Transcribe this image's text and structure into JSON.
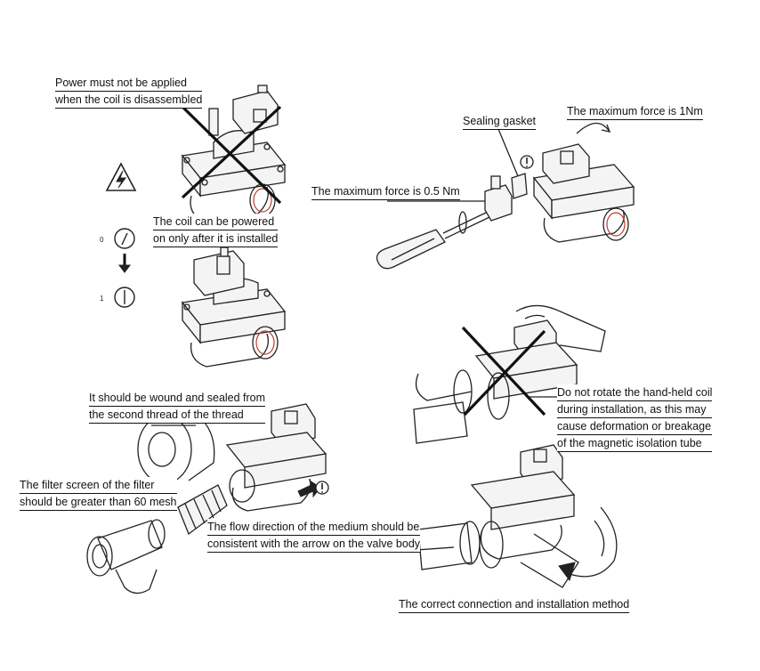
{
  "labels": {
    "power_warning_line1": "Power must not be applied",
    "power_warning_line2": "when the coil is disassembled",
    "coil_powered_line1": "The coil can be powered",
    "coil_powered_line2": "on only after it is installed",
    "sealing_gasket": "Sealing gasket",
    "max_force_1nm": "The maximum force is 1Nm",
    "max_force_05nm": "The maximum force is 0.5 Nm",
    "wound_sealed_line1": "It should be wound and sealed from",
    "wound_sealed_line2": "the second thread of the thread",
    "do_not_rotate_line1": "Do not rotate the hand-held coil",
    "do_not_rotate_line2": "during installation, as this may",
    "do_not_rotate_line3": "cause deformation or breakage",
    "do_not_rotate_line4": "of the magnetic isolation tube",
    "filter_line1": "The filter screen of the filter",
    "filter_line2": "should be greater than 60 mesh",
    "flow_line1": "The flow direction of the medium should be",
    "flow_line2": "consistent with the arrow on the valve body",
    "correct_method": "The correct connection and installation method"
  },
  "icons": [
    "high-voltage-warning-icon",
    "switch-off-icon",
    "switch-on-icon",
    "exclamation-icon",
    "flow-arrow-icon",
    "rotation-arrow-icon"
  ],
  "colors": {
    "ink": "#222222",
    "thread_highlight": "#c0392b",
    "background": "#ffffff"
  }
}
